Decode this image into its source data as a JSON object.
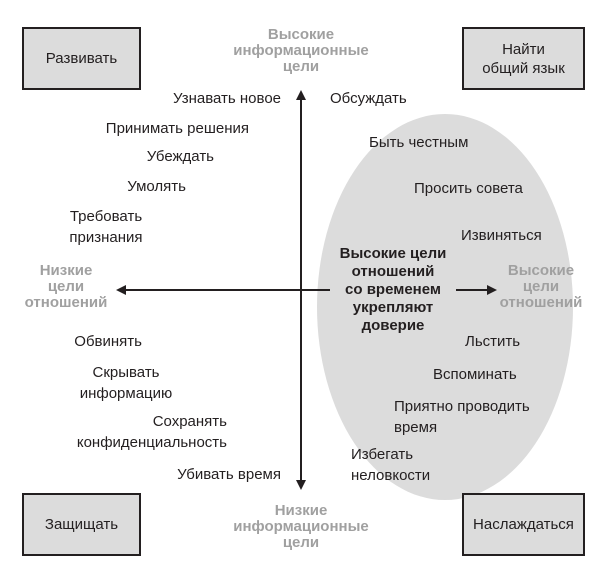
{
  "axes": {
    "top": [
      "Высокие",
      "информационные",
      "цели"
    ],
    "bottom": [
      "Низкие",
      "информационные",
      "цели"
    ],
    "left": [
      "Низкие",
      "цели",
      "отношений"
    ],
    "right": [
      "Высокие",
      "цели",
      "отношений"
    ]
  },
  "quadrants": {
    "top_left": "Развивать",
    "top_right": [
      "Найти",
      "общий язык"
    ],
    "bottom_left": "Защищать",
    "bottom_right": "Наслаждаться"
  },
  "center": [
    "Высокие цели",
    "отношений",
    "со временем",
    "укрепляют",
    "доверие"
  ],
  "left_items": {
    "learn_new": "Узнавать новое",
    "make_decisions": "Принимать решения",
    "persuade": "Убеждать",
    "beg": "Умолять",
    "demand_recognition": [
      "Требовать",
      "признания"
    ],
    "blame": "Обвинять",
    "hide_info": [
      "Скрывать",
      "информацию"
    ],
    "keep_confidential": [
      "Сохранять",
      "конфиденциальность"
    ],
    "kill_time": "Убивать время"
  },
  "right_items": {
    "discuss": "Обсуждать",
    "be_honest": "Быть честным",
    "ask_advice": "Просить совета",
    "apologize": "Извиняться",
    "flatter": "Льстить",
    "reminisce": "Вспоминать",
    "spend_time": [
      "Приятно проводить",
      "время"
    ],
    "avoid_awkward": [
      "Избегать",
      "неловкости"
    ]
  },
  "colors": {
    "ellipse": "#dcdcdc",
    "box_fill": "#dcdcdc",
    "axis_label": "#a0a0a0",
    "line": "#231f20"
  }
}
